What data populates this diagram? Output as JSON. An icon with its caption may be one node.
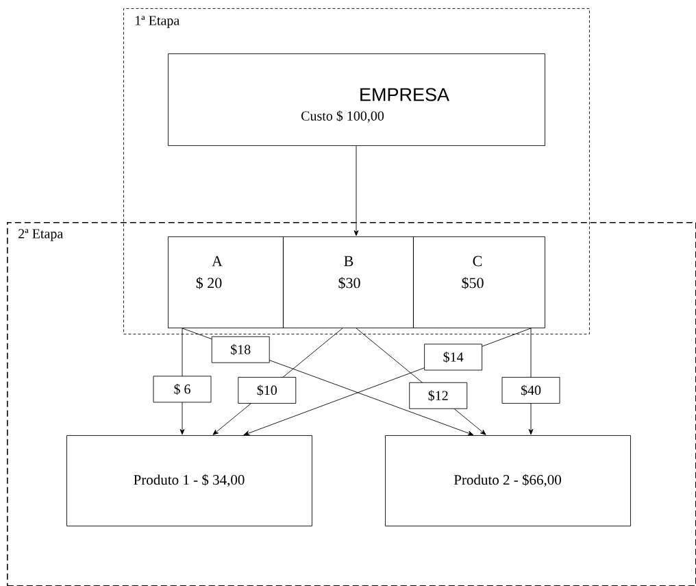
{
  "diagram": {
    "nodes": [
      {
        "text": [
          "1ª Etapa"
        ]
      },
      {
        "text": [
          "2ª Etapa"
        ]
      },
      {
        "text": [
          "EMPRESA",
          "Custo $ 100,00"
        ],
        "in": 0
      },
      {
        "text": [
          "A",
          "$ 20"
        ]
      },
      {
        "text": [
          "B",
          "$30"
        ]
      },
      {
        "text": [
          "C",
          "$50"
        ]
      },
      {
        "text": [
          "Produto 1 - $ 34,00"
        ],
        "in": 1
      },
      {
        "text": [
          "Produto 2 - $66,00"
        ],
        "in": 1
      }
    ],
    "edges": [
      {
        "from": 2,
        "to": 4,
        "arrow": "to"
      },
      {
        "from": 3,
        "to": 6,
        "arrow": "to",
        "label": "$ 6"
      },
      {
        "from": 3,
        "to": 7,
        "arrow": "to",
        "label": "$18"
      },
      {
        "from": 4,
        "to": 6,
        "arrow": "to",
        "label": "$10"
      },
      {
        "from": 4,
        "to": 7,
        "arrow": "to",
        "label": "$12"
      },
      {
        "from": 5,
        "to": 6,
        "arrow": "to",
        "label": "$14"
      },
      {
        "from": 5,
        "to": 7,
        "arrow": "to",
        "label": "$40"
      }
    ]
  }
}
